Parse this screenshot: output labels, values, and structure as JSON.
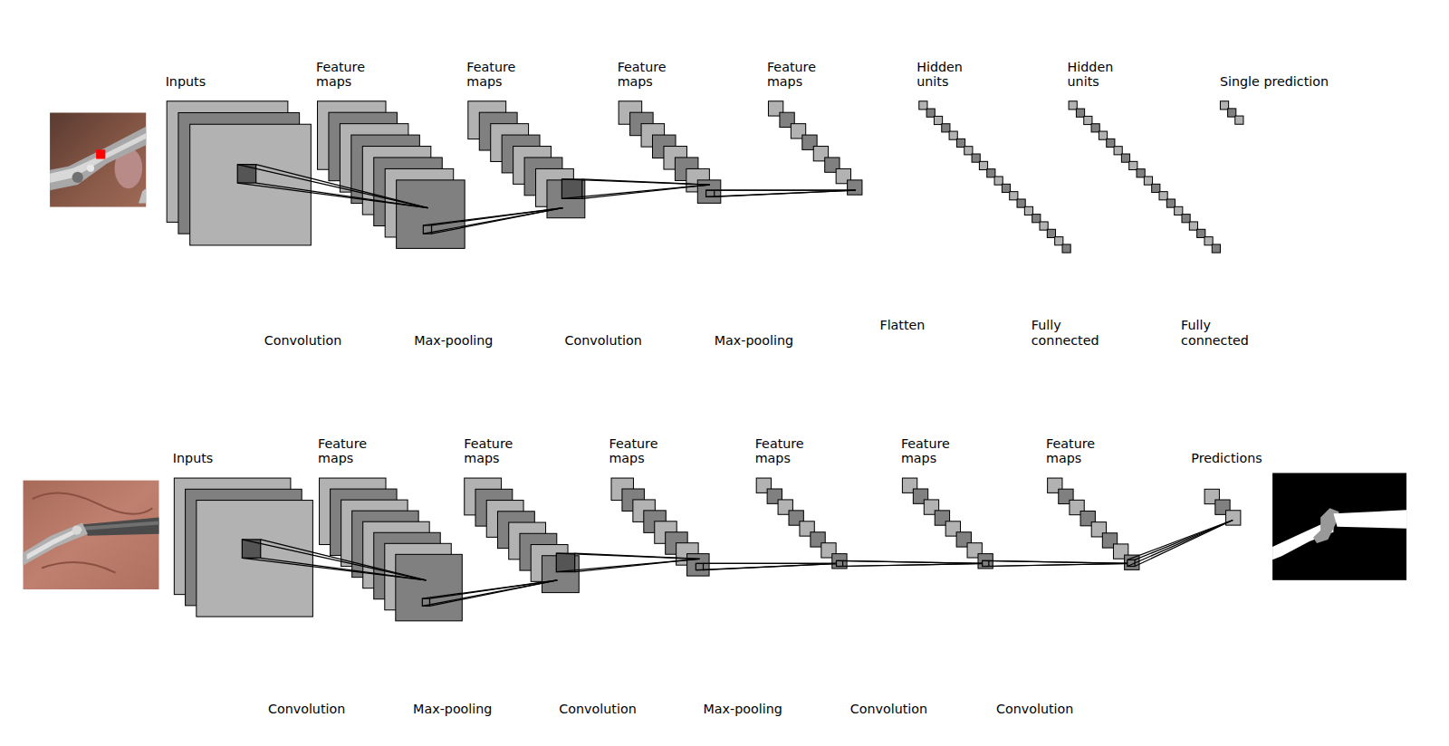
{
  "diagram": {
    "nodes": [
      {
        "text": [
          "Inputs"
        ]
      },
      {
        "text": [
          "Feature maps"
        ]
      },
      {
        "text": [
          "Feature maps"
        ]
      },
      {
        "text": [
          "Feature maps"
        ]
      },
      {
        "text": [
          "Feature maps"
        ]
      },
      {
        "text": [
          "Hidden units"
        ]
      },
      {
        "text": [
          "Hidden units"
        ]
      },
      {
        "text": [
          "Single prediction"
        ]
      },
      {
        "text": [
          "Inputs"
        ]
      },
      {
        "text": [
          "Feature maps"
        ]
      },
      {
        "text": [
          "Feature maps"
        ]
      },
      {
        "text": [
          "Feature maps"
        ]
      },
      {
        "text": [
          "Feature maps"
        ]
      },
      {
        "text": [
          "Feature maps"
        ]
      },
      {
        "text": [
          "Feature maps"
        ]
      },
      {
        "text": [
          "Predictions"
        ]
      }
    ],
    "edges": [
      {
        "from": 0,
        "to": 1,
        "arrow": "none"
      },
      {
        "from": 1,
        "to": 2,
        "arrow": "none"
      },
      {
        "from": 2,
        "to": 3,
        "arrow": "none"
      },
      {
        "from": 3,
        "to": 4,
        "arrow": "none"
      },
      {
        "from": 8,
        "to": 9,
        "arrow": "none"
      },
      {
        "from": 9,
        "to": 10,
        "arrow": "none"
      },
      {
        "from": 10,
        "to": 11,
        "arrow": "none"
      },
      {
        "from": 11,
        "to": 12,
        "arrow": "none"
      },
      {
        "from": 12,
        "to": 13,
        "arrow": "none"
      },
      {
        "from": 13,
        "to": 14,
        "arrow": "none"
      },
      {
        "from": 14,
        "to": 15,
        "arrow": "none"
      }
    ],
    "labels": [
      "Convolution",
      "Max-pooling",
      "Convolution",
      "Max-pooling",
      "Flatten",
      "Fully connected",
      "Fully connected",
      "Convolution",
      "Max-pooling",
      "Convolution",
      "Max-pooling",
      "Convolution",
      "Convolution"
    ]
  }
}
